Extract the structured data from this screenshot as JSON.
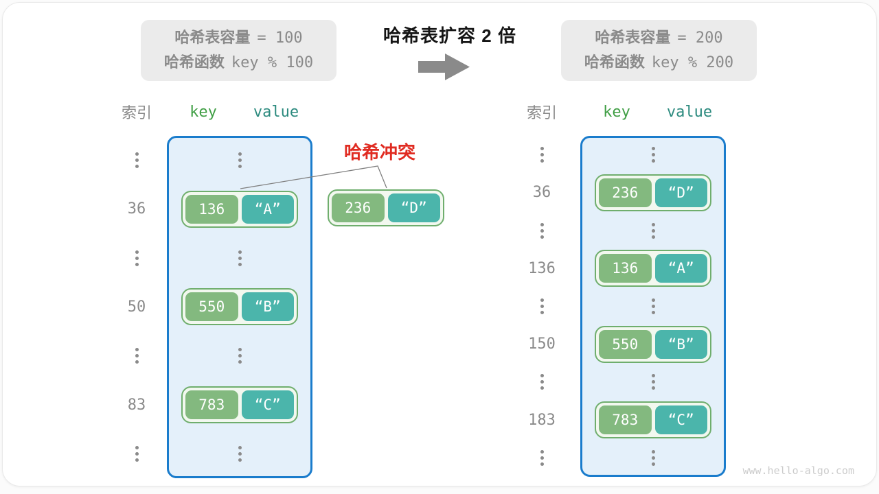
{
  "title": {
    "text": "哈希表扩容 2 倍"
  },
  "before_box": {
    "capacity_label": "哈希表容量",
    "capacity_value": "= 100",
    "hash_label": "哈希函数",
    "hash_value": "key % 100"
  },
  "after_box": {
    "capacity_label": "哈希表容量",
    "capacity_value": "= 200",
    "hash_label": "哈希函数",
    "hash_value": "key % 200"
  },
  "collision": {
    "label": "哈希冲突",
    "pair": {
      "key": "236",
      "value": "“D”"
    }
  },
  "left_table": {
    "headers": {
      "index": "索引",
      "key": "key",
      "value": "value"
    },
    "capacity": "100",
    "rows": [
      {
        "type": "dots",
        "symbol": "⋮"
      },
      {
        "type": "pair",
        "index": "36",
        "key": "136",
        "value": "“A”"
      },
      {
        "type": "dots",
        "symbol": "⋮"
      },
      {
        "type": "pair",
        "index": "50",
        "key": "550",
        "value": "“B”"
      },
      {
        "type": "dots",
        "symbol": "⋮"
      },
      {
        "type": "pair",
        "index": "83",
        "key": "783",
        "value": "“C”"
      },
      {
        "type": "dots",
        "symbol": "⋮"
      }
    ]
  },
  "right_table": {
    "headers": {
      "index": "索引",
      "key": "key",
      "value": "value"
    },
    "capacity": "200",
    "rows": [
      {
        "type": "dots",
        "symbol": "⋮"
      },
      {
        "type": "pair",
        "index": "36",
        "key": "236",
        "value": "“D”"
      },
      {
        "type": "dots",
        "symbol": "⋮"
      },
      {
        "type": "pair",
        "index": "136",
        "key": "136",
        "value": "“A”"
      },
      {
        "type": "dots",
        "symbol": "⋮"
      },
      {
        "type": "pair",
        "index": "150",
        "key": "550",
        "value": "“B”"
      },
      {
        "type": "dots",
        "symbol": "⋮"
      },
      {
        "type": "pair",
        "index": "183",
        "key": "783",
        "value": "“C”"
      },
      {
        "type": "dots",
        "symbol": "⋮"
      }
    ]
  },
  "watermark": "www.hello-algo.com",
  "colors": {
    "key_green": "#83b97f",
    "value_teal": "#4bb5ab",
    "pair_border": "#6fae6d",
    "pair_fill": "#f2f8ef",
    "table_fill": "#e4f0fa",
    "table_border": "#1a7ccc",
    "collision_red": "#e02b21",
    "header_key": "#3f9e44",
    "header_value": "#2b8a7e",
    "arrow_gray": "#8a8a8a",
    "line_gray": "#808080"
  }
}
